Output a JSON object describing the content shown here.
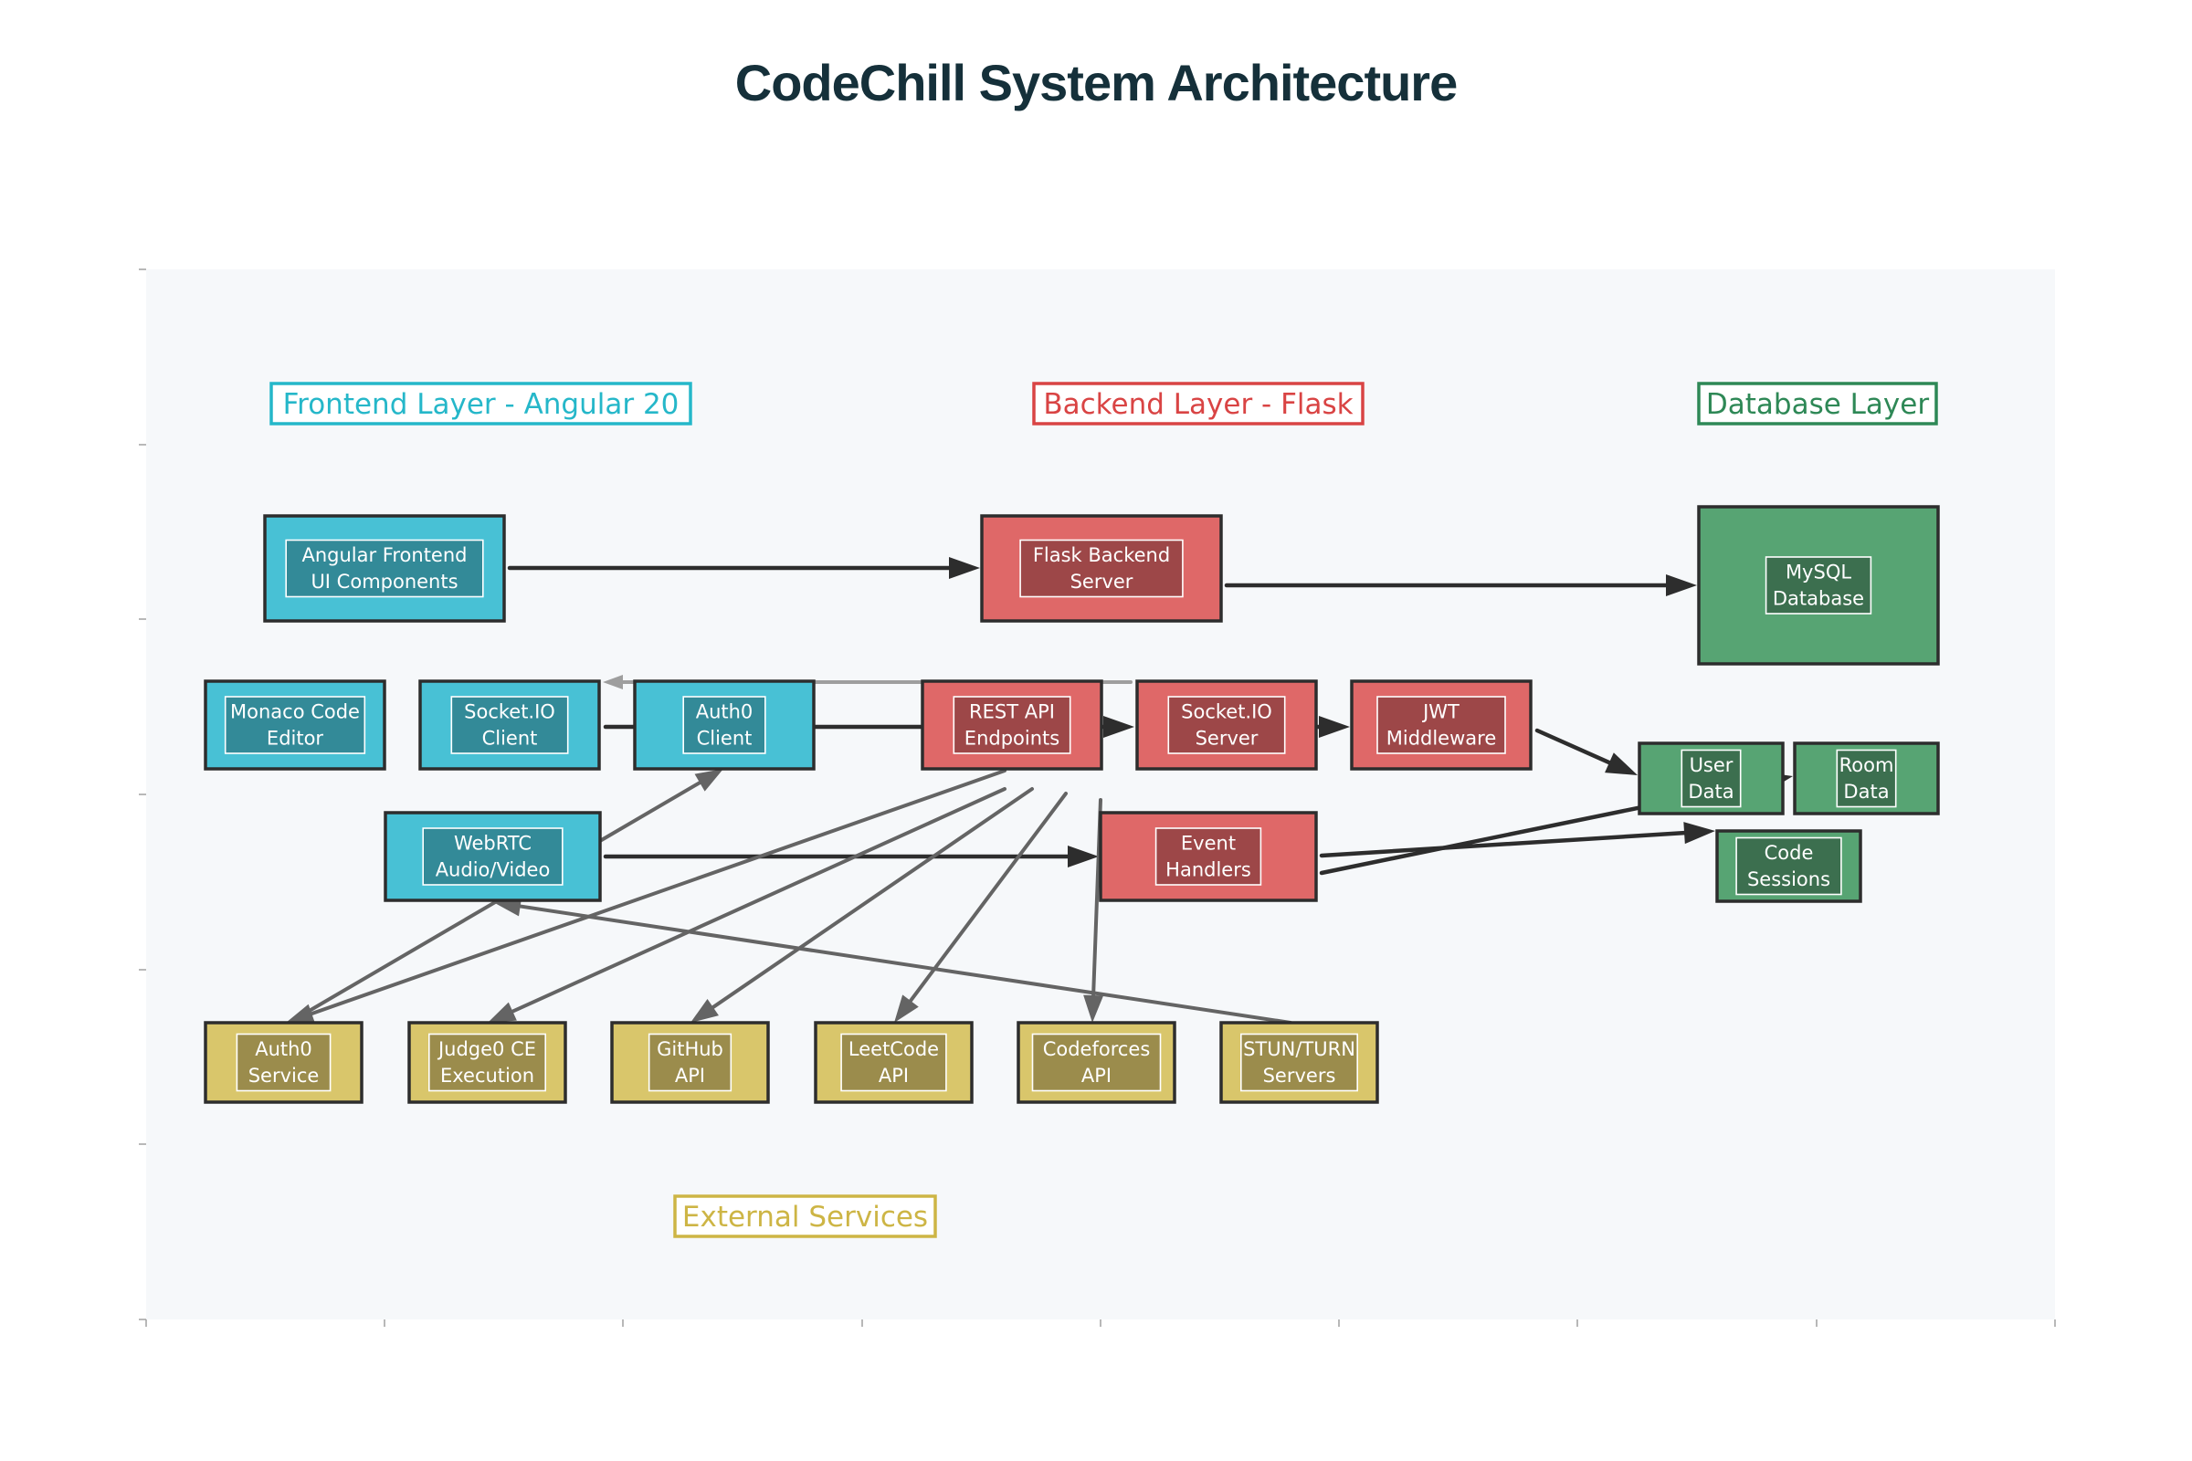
{
  "title": "CodeChill System Architecture",
  "colors": {
    "frontend": "#48c1d5",
    "frontend_inner": "#338a98",
    "frontend_label": "#25b7c9",
    "backend": "#df6868",
    "backend_inner": "#9d4748",
    "backend_label": "#d94444",
    "database": "#57a473",
    "database_inner": "#3c6f4f",
    "database_label": "#2e8856",
    "external": "#d9c66b",
    "external_inner": "#9b8c4c",
    "external_label": "#cdb545",
    "panel": "#f6f8fa"
  },
  "layers": [
    {
      "id": "frontend",
      "label": "Frontend Layer - Angular 20"
    },
    {
      "id": "backend",
      "label": "Backend Layer - Flask"
    },
    {
      "id": "database",
      "label": "Database Layer"
    },
    {
      "id": "external",
      "label": "External Services"
    }
  ],
  "nodes": [
    {
      "id": "angular",
      "group": "frontend",
      "lines": [
        "Angular Frontend",
        "UI Components"
      ]
    },
    {
      "id": "monaco",
      "group": "frontend",
      "lines": [
        "Monaco Code",
        "Editor"
      ]
    },
    {
      "id": "socketio_client",
      "group": "frontend",
      "lines": [
        "Socket.IO",
        "Client"
      ]
    },
    {
      "id": "auth0_client",
      "group": "frontend",
      "lines": [
        "Auth0",
        "Client"
      ]
    },
    {
      "id": "webrtc",
      "group": "frontend",
      "lines": [
        "WebRTC",
        "Audio/Video"
      ]
    },
    {
      "id": "flask",
      "group": "backend",
      "lines": [
        "Flask Backend",
        "Server"
      ]
    },
    {
      "id": "rest_api",
      "group": "backend",
      "lines": [
        "REST API",
        "Endpoints"
      ]
    },
    {
      "id": "socketio_server",
      "group": "backend",
      "lines": [
        "Socket.IO",
        "Server"
      ]
    },
    {
      "id": "jwt",
      "group": "backend",
      "lines": [
        "JWT",
        "Middleware"
      ]
    },
    {
      "id": "event_handlers",
      "group": "backend",
      "lines": [
        "Event",
        "Handlers"
      ]
    },
    {
      "id": "mysql",
      "group": "database",
      "lines": [
        "MySQL",
        "Database"
      ]
    },
    {
      "id": "user_data",
      "group": "database",
      "lines": [
        "User",
        "Data"
      ]
    },
    {
      "id": "room_data",
      "group": "database",
      "lines": [
        "Room",
        "Data"
      ]
    },
    {
      "id": "code_sessions",
      "group": "database",
      "lines": [
        "Code",
        "Sessions"
      ]
    },
    {
      "id": "auth0_service",
      "group": "external",
      "lines": [
        "Auth0",
        "Service"
      ]
    },
    {
      "id": "judge0",
      "group": "external",
      "lines": [
        "Judge0 CE",
        "Execution"
      ]
    },
    {
      "id": "github",
      "group": "external",
      "lines": [
        "GitHub",
        "API"
      ]
    },
    {
      "id": "leetcode",
      "group": "external",
      "lines": [
        "LeetCode",
        "API"
      ]
    },
    {
      "id": "codeforces",
      "group": "external",
      "lines": [
        "Codeforces",
        "API"
      ]
    },
    {
      "id": "stun_turn",
      "group": "external",
      "lines": [
        "STUN/TURN",
        "Servers"
      ]
    }
  ],
  "edges": [
    {
      "from": "angular",
      "to": "flask",
      "style": "dark"
    },
    {
      "from": "flask",
      "to": "mysql",
      "style": "dark"
    },
    {
      "from": "socketio_server",
      "to": "socketio_client",
      "style": "light"
    },
    {
      "from": "socketio_client",
      "to": "socketio_server",
      "style": "dark"
    },
    {
      "from": "socketio_server",
      "to": "jwt",
      "style": "dark"
    },
    {
      "from": "jwt",
      "to": "user_data",
      "style": "dark"
    },
    {
      "from": "webrtc",
      "to": "event_handlers",
      "style": "dark"
    },
    {
      "from": "event_handlers",
      "to": "code_sessions",
      "style": "dark"
    },
    {
      "from": "event_handlers",
      "to": "room_data",
      "style": "dark"
    },
    {
      "from": "rest_api",
      "to": "auth0_service",
      "style": "mid"
    },
    {
      "from": "rest_api",
      "to": "judge0",
      "style": "mid"
    },
    {
      "from": "rest_api",
      "to": "github",
      "style": "mid"
    },
    {
      "from": "rest_api",
      "to": "leetcode",
      "style": "mid"
    },
    {
      "from": "rest_api",
      "to": "codeforces",
      "style": "mid"
    },
    {
      "from": "auth0_service",
      "to": "auth0_client",
      "style": "mid"
    },
    {
      "from": "stun_turn",
      "to": "webrtc",
      "style": "mid"
    }
  ]
}
